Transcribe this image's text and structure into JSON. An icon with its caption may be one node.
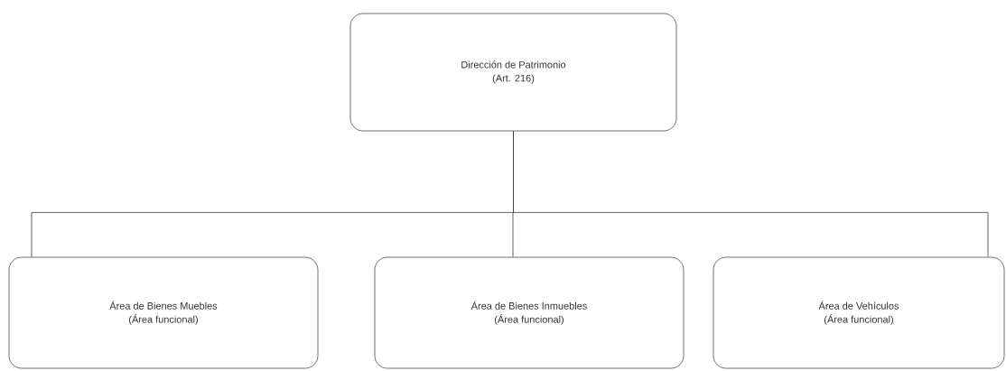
{
  "diagram": {
    "nodes": [
      {
        "text": [
          "Dirección de Patrimonio",
          "(Art. 216)"
        ]
      },
      {
        "text": [
          "Área de Bienes Muebles",
          "(Área funcional)"
        ]
      },
      {
        "text": [
          "Área de Bienes Inmuebles",
          "(Área funcional)"
        ]
      },
      {
        "text": [
          "Área de Vehículos",
          "(Área funcional)"
        ]
      }
    ],
    "edges": [
      {
        "from": 0,
        "to": 1,
        "arrow": "none"
      },
      {
        "from": 0,
        "to": 2,
        "arrow": "none"
      },
      {
        "from": 0,
        "to": 3,
        "arrow": "none"
      }
    ]
  }
}
